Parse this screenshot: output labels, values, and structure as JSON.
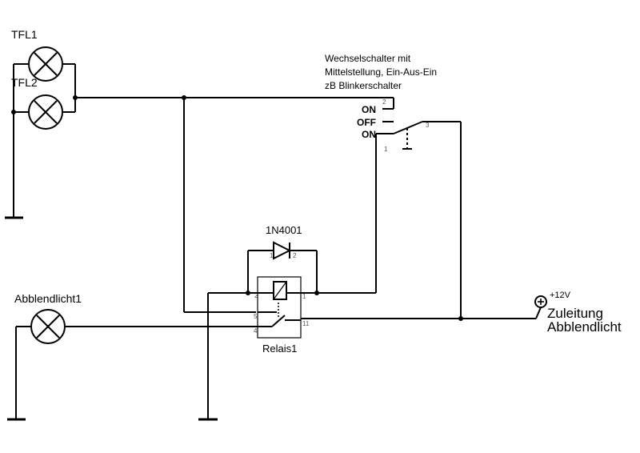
{
  "lamps": {
    "tfl1": "TFL1",
    "tfl2": "TFL2",
    "abblendlicht": "Abblendlicht1"
  },
  "switch": {
    "description_line1": "Wechselschalter mit",
    "description_line2": "Mittelstellung, Ein-Aus-Ein",
    "description_line3": "zB Blinkerschalter",
    "pos_on_top": "ON",
    "pos_off": "OFF",
    "pos_on_bottom": "ON",
    "pin_2": "2",
    "pin_1": "1",
    "pin_3": "3"
  },
  "diode": {
    "label": "1N4001",
    "pin_1": "1",
    "pin_2": "2"
  },
  "relay": {
    "label": "Relais1",
    "pin_2": "2",
    "pin_1": "1",
    "pin_5": "5",
    "pin_4": "4",
    "pin_11": "11"
  },
  "supply": {
    "voltage": "+12V",
    "line1": "Zuleitung",
    "line2": "Abblendlicht"
  }
}
